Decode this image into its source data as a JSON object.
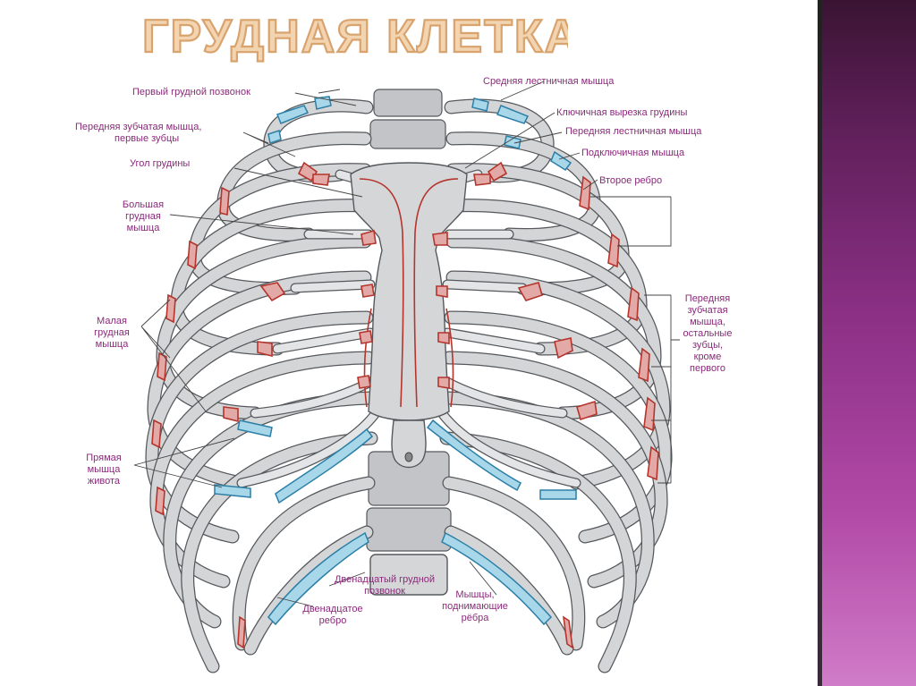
{
  "slide": {
    "title": "ГРУДНАЯ КЛЕТКА"
  },
  "labels": {
    "first_thoracic_vertebra": "Первый грудной позвонок",
    "serratus_anterior_first_1": "Передняя зубчатая мышца,",
    "serratus_anterior_first_2": "первые зубцы",
    "sternal_angle": "Угол грудины",
    "pectoralis_major_1": "Большая",
    "pectoralis_major_2": "грудная",
    "pectoralis_major_3": "мышца",
    "pectoralis_minor_1": "Малая",
    "pectoralis_minor_2": "грудная",
    "pectoralis_minor_3": "мышца",
    "rectus_abdominis_1": "Прямая",
    "rectus_abdominis_2": "мышца",
    "rectus_abdominis_3": "живота",
    "twelfth_rib_1": "Двенадцатое",
    "twelfth_rib_2": "ребро",
    "twelfth_vertebra_1": "Двенадцатый грудной",
    "twelfth_vertebra_2": "позвонок",
    "levatores_1": "Мышцы,",
    "levatores_2": "поднимающие",
    "levatores_3": "рёбра",
    "scalenus_medius": "Средняя лестничная мышца",
    "clavicular_notch": "Ключичная вырезка грудины",
    "scalenus_anterior": "Передняя лестничная мышца",
    "subclavius": "Подключичная мышца",
    "second_rib": "Второе ребро",
    "serratus_rest_1": "Передняя",
    "serratus_rest_2": "зубчатая",
    "serratus_rest_3": "мышца,",
    "serratus_rest_4": "остальные",
    "serratus_rest_5": "зубцы,",
    "serratus_rest_6": "кроме",
    "serratus_rest_7": "первого"
  },
  "colors": {
    "title": "#f2d4b0",
    "title_stroke": "#d9a36e",
    "label": "#8a2a7a",
    "muscle_origin": "#b5342c",
    "muscle_attachment": "#2c7fa6",
    "bone": "#d5d6d8"
  }
}
